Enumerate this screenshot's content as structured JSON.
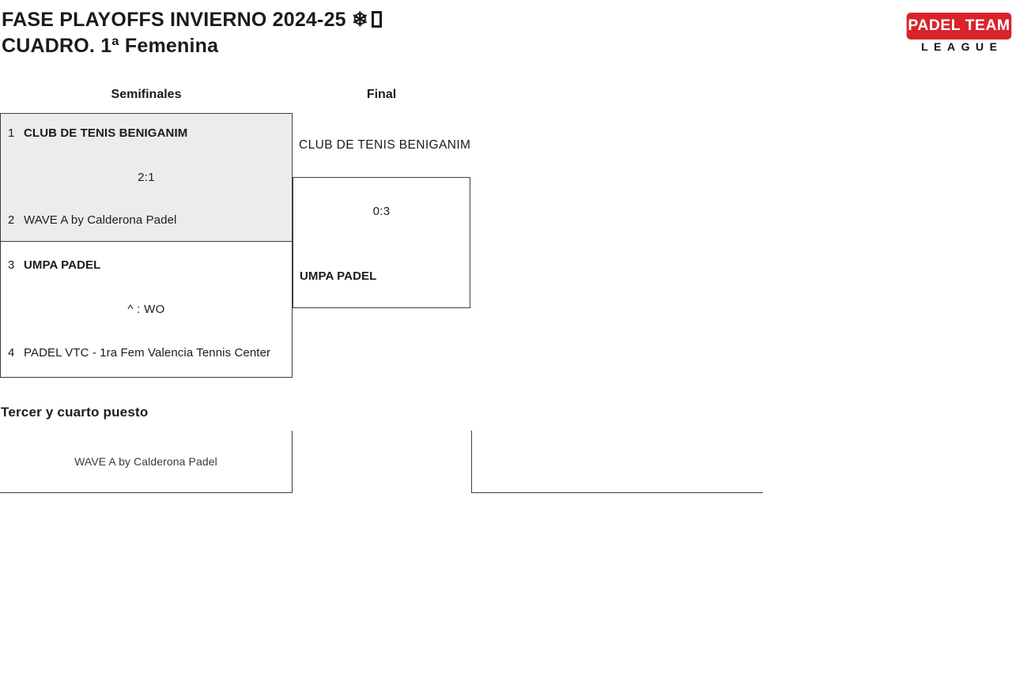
{
  "header": {
    "title_line1": "FASE PLAYOFFS INVIERNO 2024-25 ❄",
    "title_line2": "CUADRO. 1ª Femenina",
    "logo": {
      "top": "PADEL TEAM",
      "bottom": "LEAGUE",
      "bg_color": "#d8232a",
      "top_text_color": "#ffffff",
      "bottom_text_color": "#111111"
    }
  },
  "bracket": {
    "columns": [
      {
        "label": "Semifinales"
      },
      {
        "label": "Final"
      }
    ],
    "semifinal_1": {
      "team1_seed": "1",
      "team1": "CLUB DE TENIS BENIGANIM",
      "score": "2:1",
      "team2_seed": "2",
      "team2": "WAVE A by Calderona Padel"
    },
    "semifinal_2": {
      "team1_seed": "3",
      "team1": "UMPA PADEL",
      "score": "^ : WO",
      "team2_seed": "4",
      "team2": "PADEL VTC - 1ra Fem Valencia Tennis Center"
    },
    "final": {
      "team1": "CLUB DE TENIS BENIGANIM",
      "score": "0:3",
      "team2": "UMPA PADEL"
    }
  },
  "third_place": {
    "heading": "Tercer y cuarto puesto",
    "team1": "WAVE A by Calderona Padel"
  },
  "colors": {
    "highlight_box_bg": "#ececec",
    "border": "#3d3d3d"
  }
}
